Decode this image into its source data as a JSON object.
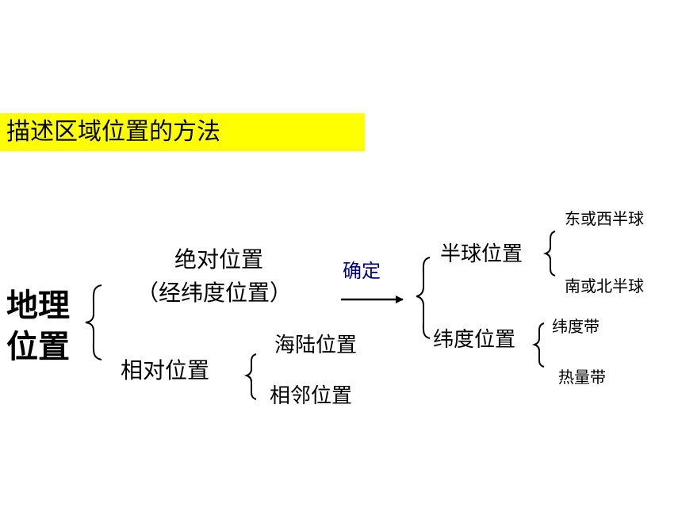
{
  "header": {
    "title": "描述区域位置的方法"
  },
  "diagram": {
    "root_line1": "地理",
    "root_line2": "位置",
    "absolute": {
      "label": "绝对位置",
      "sub_label": "（经纬度位置）"
    },
    "arrow_label": "确定",
    "hemisphere": {
      "label": "半球位置",
      "children": [
        "东或西半球",
        "南或北半球"
      ]
    },
    "latitude": {
      "label": "纬度位置",
      "children": [
        "纬度带",
        "热量带"
      ]
    },
    "relative": {
      "label": "相对位置",
      "children": [
        "海陆位置",
        "相邻位置"
      ]
    },
    "colors": {
      "highlight": "#ffff00",
      "arrow_label": "#000080",
      "text": "#000000"
    }
  }
}
